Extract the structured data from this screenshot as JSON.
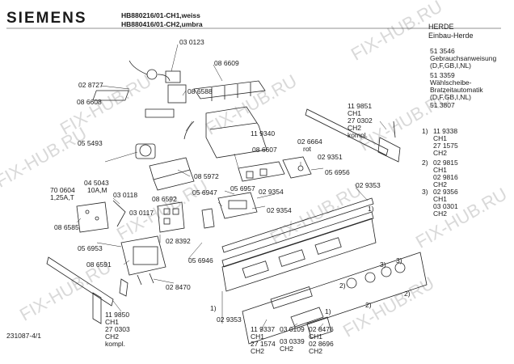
{
  "header": {
    "brand": "SIEMENS",
    "models": [
      "HB880216/01-CH1,weiss",
      "HB880416/01-CH2,umbra"
    ],
    "category": [
      "HERDE",
      "Einbau-Herde"
    ]
  },
  "documents": [
    {
      "no": "51 3546",
      "desc": [
        "Gebrauchsanweisung",
        "(D,F,GB,I,NL)"
      ]
    },
    {
      "no": "51 3359",
      "desc": [
        "Wählscheibe-",
        "Bratzeitautomatik",
        "(D,F,GB,I,NL)"
      ]
    },
    {
      "no": "51 3807",
      "desc": []
    }
  ],
  "footnotes": [
    {
      "mark": "1)",
      "lines": [
        "11 9338",
        "CH1",
        "27 1575",
        "CH2"
      ]
    },
    {
      "mark": "2)",
      "lines": [
        "02 9815",
        "CH1",
        "02 9816",
        "CH2"
      ]
    },
    {
      "mark": "3)",
      "lines": [
        "02 9356",
        "CH1",
        "03 0301",
        "CH2"
      ]
    }
  ],
  "part_labels": [
    "03 0123",
    "02 8727",
    "08 6588",
    "08 6609",
    "08 6608",
    "11 9340",
    "05 5493",
    "08 6607",
    "02 6664",
    "rot",
    "02 9351",
    "05 6956",
    "02 9353",
    "08 5972",
    "70 0604",
    "1,25A,T",
    "04 5043",
    "10A,M",
    "03 0118",
    "08 6592",
    "05 6947",
    "05 6957",
    "02 9354",
    "02 9354",
    "08 6585",
    "03 0117",
    "02 8392",
    "05 6953",
    "08 6591",
    "05 6946",
    "02 8470",
    "02 9353",
    "11 9850",
    "CH1",
    "27 0303",
    "CH2",
    "kompl.",
    "11 9337",
    "CH1",
    "27 1574",
    "CH2",
    "03 0109",
    "03 0339",
    "CH2",
    "02 8476",
    "CH1",
    "02 8696",
    "CH2",
    "11 9851",
    "CH1",
    "27 0302",
    "CH2",
    "kompl."
  ],
  "callouts": [
    "1)",
    "1)",
    "1)",
    "2)",
    "2)",
    "3)",
    "3)",
    "2)"
  ],
  "drawing_no": "231087-4/1",
  "watermark": "FIX-HUB.RU"
}
